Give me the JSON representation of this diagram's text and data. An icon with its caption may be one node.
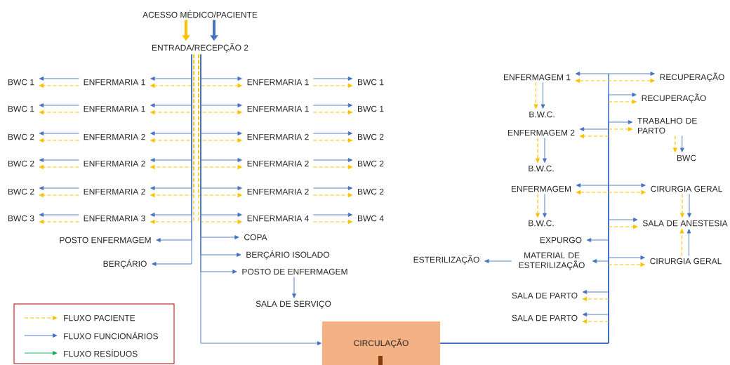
{
  "diagram": {
    "nodes": [
      {
        "text": [
          "ACESSO MÉDICO/PACIENTE"
        ]
      },
      {
        "text": [
          "ENTRADA/RECEPÇÃO 2"
        ]
      },
      {
        "text": [
          "BWC 1"
        ]
      },
      {
        "text": [
          "ENFERMARIA 1"
        ]
      },
      {
        "text": [
          "ENFERMARIA 1"
        ]
      },
      {
        "text": [
          "BWC 1"
        ]
      },
      {
        "text": [
          "BWC 1"
        ]
      },
      {
        "text": [
          "ENFERMARIA 1"
        ]
      },
      {
        "text": [
          "ENFERMARIA 1"
        ]
      },
      {
        "text": [
          "BWC 1"
        ]
      },
      {
        "text": [
          "BWC 2"
        ]
      },
      {
        "text": [
          "ENFERMARIA 2"
        ]
      },
      {
        "text": [
          "ENFERMARIA 2"
        ]
      },
      {
        "text": [
          "BWC 2"
        ]
      },
      {
        "text": [
          "BWC 2"
        ]
      },
      {
        "text": [
          "ENFERMARIA 2"
        ]
      },
      {
        "text": [
          "ENFERMARIA 2"
        ]
      },
      {
        "text": [
          "BWC 2"
        ]
      },
      {
        "text": [
          "BWC 2"
        ]
      },
      {
        "text": [
          "ENFERMARIA 2"
        ]
      },
      {
        "text": [
          "ENFERMARIA 2"
        ]
      },
      {
        "text": [
          "BWC 2"
        ]
      },
      {
        "text": [
          "BWC 3"
        ]
      },
      {
        "text": [
          "ENFERMARIA 3"
        ]
      },
      {
        "text": [
          "ENFERMARIA 4"
        ]
      },
      {
        "text": [
          "BWC 4"
        ]
      },
      {
        "text": [
          "POSTO ENFERMAGEM"
        ]
      },
      {
        "text": [
          "COPA"
        ]
      },
      {
        "text": [
          "BERÇÁRIO ISOLADO"
        ]
      },
      {
        "text": [
          "BERÇÁRIO"
        ]
      },
      {
        "text": [
          "POSTO DE ENFERMAGEM"
        ]
      },
      {
        "text": [
          "SALA DE SERVIÇO"
        ]
      },
      {
        "text": [
          "ENFERMAGEM 1"
        ]
      },
      {
        "text": [
          "RECUPERAÇÃO"
        ]
      },
      {
        "text": [
          "RECUPERAÇÃO"
        ]
      },
      {
        "text": [
          "B.W.C."
        ]
      },
      {
        "text": [
          "TRABALHO DE PARTO"
        ]
      },
      {
        "text": [
          "ENFERMAGEM 2"
        ]
      },
      {
        "text": [
          "BWC"
        ]
      },
      {
        "text": [
          "B.W.C."
        ]
      },
      {
        "text": [
          "ENFERMAGEM"
        ]
      },
      {
        "text": [
          "CIRURGIA GERAL"
        ]
      },
      {
        "text": [
          "B.W.C."
        ]
      },
      {
        "text": [
          "SALA DE ANESTESIA"
        ]
      },
      {
        "text": [
          "EXPURGO"
        ]
      },
      {
        "text": [
          "ESTERILIZAÇÃO"
        ]
      },
      {
        "text": [
          "MATERIAL DE ESTERILIZAÇÃO"
        ]
      },
      {
        "text": [
          "CIRURGIA GERAL"
        ]
      },
      {
        "text": [
          "SALA DE PARTO"
        ]
      },
      {
        "text": [
          "SALA DE PARTO"
        ]
      },
      {
        "text": [
          "CIRCULAÇÃO"
        ]
      }
    ],
    "edges": [
      {
        "from": 0,
        "to": 1,
        "arrow": "to",
        "style": "thick",
        "color": "#ffc000"
      },
      {
        "from": 0,
        "to": 1,
        "arrow": "to",
        "style": "thick"
      },
      {
        "from": 1,
        "to": 3,
        "arrow": "to"
      },
      {
        "from": 1,
        "to": 3,
        "arrow": "to",
        "style": "dashed",
        "color": "#ffc000"
      },
      {
        "from": 3,
        "to": 2,
        "arrow": "to"
      },
      {
        "from": 3,
        "to": 2,
        "arrow": "to",
        "style": "dashed",
        "color": "#ffc000"
      },
      {
        "from": 1,
        "to": 4,
        "arrow": "to"
      },
      {
        "from": 1,
        "to": 4,
        "arrow": "to",
        "style": "dashed",
        "color": "#ffc000"
      },
      {
        "from": 4,
        "to": 5,
        "arrow": "to"
      },
      {
        "from": 4,
        "to": 5,
        "arrow": "to",
        "style": "dashed",
        "color": "#ffc000"
      },
      {
        "from": 1,
        "to": 7,
        "arrow": "to"
      },
      {
        "from": 1,
        "to": 7,
        "arrow": "to",
        "style": "dashed",
        "color": "#ffc000"
      },
      {
        "from": 7,
        "to": 6,
        "arrow": "to"
      },
      {
        "from": 7,
        "to": 6,
        "arrow": "to",
        "style": "dashed",
        "color": "#ffc000"
      },
      {
        "from": 1,
        "to": 8,
        "arrow": "to"
      },
      {
        "from": 1,
        "to": 8,
        "arrow": "to",
        "style": "dashed",
        "color": "#ffc000"
      },
      {
        "from": 8,
        "to": 9,
        "arrow": "to"
      },
      {
        "from": 8,
        "to": 9,
        "arrow": "to",
        "style": "dashed",
        "color": "#ffc000"
      },
      {
        "from": 1,
        "to": 11,
        "arrow": "to"
      },
      {
        "from": 1,
        "to": 11,
        "arrow": "to",
        "style": "dashed",
        "color": "#ffc000"
      },
      {
        "from": 11,
        "to": 10,
        "arrow": "to"
      },
      {
        "from": 11,
        "to": 10,
        "arrow": "to",
        "style": "dashed",
        "color": "#ffc000"
      },
      {
        "from": 1,
        "to": 12,
        "arrow": "to"
      },
      {
        "from": 1,
        "to": 12,
        "arrow": "to",
        "style": "dashed",
        "color": "#ffc000"
      },
      {
        "from": 12,
        "to": 13,
        "arrow": "to"
      },
      {
        "from": 12,
        "to": 13,
        "arrow": "to",
        "style": "dashed",
        "color": "#ffc000"
      },
      {
        "from": 1,
        "to": 15,
        "arrow": "to"
      },
      {
        "from": 1,
        "to": 15,
        "arrow": "to",
        "style": "dashed",
        "color": "#ffc000"
      },
      {
        "from": 15,
        "to": 14,
        "arrow": "to"
      },
      {
        "from": 15,
        "to": 14,
        "arrow": "to",
        "style": "dashed",
        "color": "#ffc000"
      },
      {
        "from": 1,
        "to": 16,
        "arrow": "to"
      },
      {
        "from": 1,
        "to": 16,
        "arrow": "to",
        "style": "dashed",
        "color": "#ffc000"
      },
      {
        "from": 16,
        "to": 17,
        "arrow": "to"
      },
      {
        "from": 16,
        "to": 17,
        "arrow": "to",
        "style": "dashed",
        "color": "#ffc000"
      },
      {
        "from": 1,
        "to": 19,
        "arrow": "to"
      },
      {
        "from": 1,
        "to": 19,
        "arrow": "to",
        "style": "dashed",
        "color": "#ffc000"
      },
      {
        "from": 19,
        "to": 18,
        "arrow": "to"
      },
      {
        "from": 19,
        "to": 18,
        "arrow": "to",
        "style": "dashed",
        "color": "#ffc000"
      },
      {
        "from": 1,
        "to": 20,
        "arrow": "to"
      },
      {
        "from": 1,
        "to": 20,
        "arrow": "to",
        "style": "dashed",
        "color": "#ffc000"
      },
      {
        "from": 20,
        "to": 21,
        "arrow": "to"
      },
      {
        "from": 20,
        "to": 21,
        "arrow": "to",
        "style": "dashed",
        "color": "#ffc000"
      },
      {
        "from": 1,
        "to": 23,
        "arrow": "to"
      },
      {
        "from": 1,
        "to": 23,
        "arrow": "to",
        "style": "dashed",
        "color": "#ffc000"
      },
      {
        "from": 23,
        "to": 22,
        "arrow": "to"
      },
      {
        "from": 23,
        "to": 22,
        "arrow": "to",
        "style": "dashed",
        "color": "#ffc000"
      },
      {
        "from": 1,
        "to": 24,
        "arrow": "to"
      },
      {
        "from": 1,
        "to": 24,
        "arrow": "to",
        "style": "dashed",
        "color": "#ffc000"
      },
      {
        "from": 24,
        "to": 25,
        "arrow": "to"
      },
      {
        "from": 24,
        "to": 25,
        "arrow": "to",
        "style": "dashed",
        "color": "#ffc000"
      },
      {
        "from": 1,
        "to": 26,
        "arrow": "to"
      },
      {
        "from": 1,
        "to": 29,
        "arrow": "to"
      },
      {
        "from": 1,
        "to": 27,
        "arrow": "to"
      },
      {
        "from": 1,
        "to": 28,
        "arrow": "to"
      },
      {
        "from": 1,
        "to": 30,
        "arrow": "to"
      },
      {
        "from": 30,
        "to": 31,
        "arrow": "to"
      },
      {
        "from": 1,
        "to": 50,
        "arrow": "to"
      },
      {
        "from": 50,
        "to": 32,
        "arrow": "to"
      },
      {
        "from": 50,
        "to": 33,
        "arrow": "to"
      },
      {
        "from": 32,
        "to": 33,
        "arrow": "both",
        "style": "dashed",
        "color": "#ffc000"
      },
      {
        "from": 32,
        "to": 35,
        "arrow": "to"
      },
      {
        "from": 32,
        "to": 35,
        "arrow": "to",
        "style": "dashed",
        "color": "#ffc000"
      },
      {
        "from": 50,
        "to": 34,
        "arrow": "to"
      },
      {
        "from": null,
        "to": 34,
        "arrow": "to",
        "style": "dashed",
        "color": "#ffc000"
      },
      {
        "from": 50,
        "to": 36,
        "arrow": "to"
      },
      {
        "from": null,
        "to": 36,
        "arrow": "to",
        "style": "dashed",
        "color": "#ffc000"
      },
      {
        "from": 36,
        "to": 38,
        "arrow": "to"
      },
      {
        "from": 36,
        "to": 38,
        "arrow": "to",
        "style": "dashed",
        "color": "#ffc000"
      },
      {
        "from": 50,
        "to": 37,
        "arrow": "to"
      },
      {
        "from": null,
        "to": 37,
        "arrow": "to",
        "style": "dashed",
        "color": "#ffc000"
      },
      {
        "from": 37,
        "to": 39,
        "arrow": "to"
      },
      {
        "from": 37,
        "to": 39,
        "arrow": "to",
        "style": "dashed",
        "color": "#ffc000"
      },
      {
        "from": 50,
        "to": 40,
        "arrow": "to"
      },
      {
        "from": 50,
        "to": 41,
        "arrow": "to"
      },
      {
        "from": 40,
        "to": 41,
        "arrow": "both",
        "style": "dashed",
        "color": "#ffc000"
      },
      {
        "from": 40,
        "to": 42,
        "arrow": "to"
      },
      {
        "from": 40,
        "to": 42,
        "arrow": "to",
        "style": "dashed",
        "color": "#ffc000"
      },
      {
        "from": 41,
        "to": 43,
        "arrow": "to"
      },
      {
        "from": 41,
        "to": 43,
        "arrow": "to",
        "style": "dashed",
        "color": "#ffc000"
      },
      {
        "from": 50,
        "to": 43,
        "arrow": "to"
      },
      {
        "from": null,
        "to": 43,
        "arrow": "to",
        "style": "dashed",
        "color": "#ffc000"
      },
      {
        "from": 50,
        "to": 44,
        "arrow": "to"
      },
      {
        "from": 50,
        "to": 46,
        "arrow": "to"
      },
      {
        "from": 50,
        "to": 47,
        "arrow": "to"
      },
      {
        "from": null,
        "to": 47,
        "arrow": "to",
        "style": "dashed",
        "color": "#ffc000"
      },
      {
        "from": 46,
        "to": 45,
        "arrow": "to"
      },
      {
        "from": 47,
        "to": 43,
        "arrow": "to"
      },
      {
        "from": 47,
        "to": 43,
        "arrow": "to",
        "style": "dashed",
        "color": "#ffc000"
      },
      {
        "from": 50,
        "to": 48,
        "arrow": "to"
      },
      {
        "from": null,
        "to": 48,
        "arrow": "to",
        "style": "dashed",
        "color": "#ffc000"
      },
      {
        "from": 50,
        "to": 49,
        "arrow": "to"
      },
      {
        "from": null,
        "to": 49,
        "arrow": "to",
        "style": "dashed",
        "color": "#ffc000"
      }
    ],
    "legend": [
      {
        "text": "FLUXO PACIENTE"
      },
      {
        "text": "FLUXO FUNCIONÁRIOS"
      },
      {
        "text": "FLUXO RESÍDUOS"
      }
    ]
  }
}
